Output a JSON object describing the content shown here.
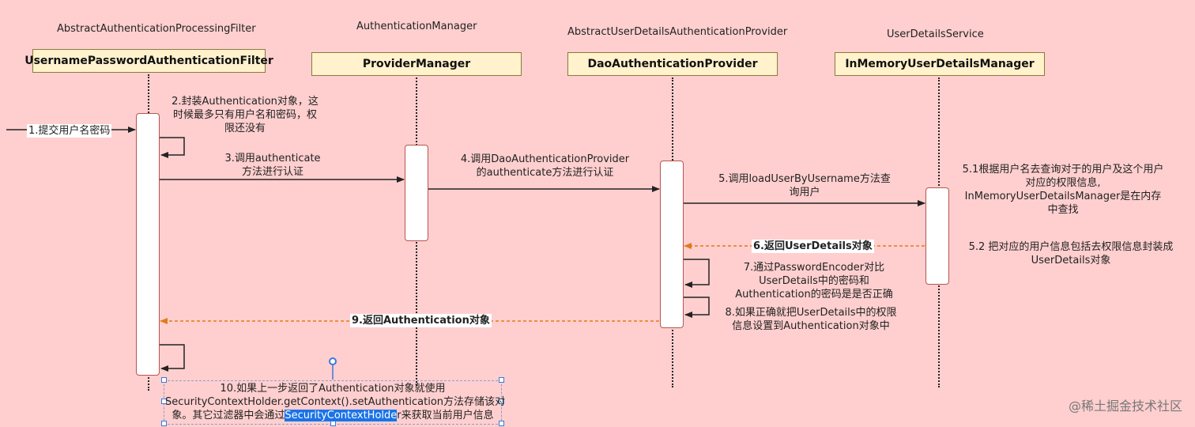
{
  "participants": [
    {
      "stereotype": "AbstractAuthenticationProcessingFilter",
      "name": "UsernamePasswordAuthenticationFilter"
    },
    {
      "stereotype": "AuthenticationManager",
      "name": "ProviderManager"
    },
    {
      "stereotype": "AbstractUserDetailsAuthenticationProvider",
      "name": "DaoAuthenticationProvider"
    },
    {
      "stereotype": "UserDetailsService",
      "name": "InMemoryUserDetailsManager"
    }
  ],
  "steps": {
    "s1": "1.提交用户名密码",
    "s2": [
      "2.封装Authentication对象，这",
      "时候最多只有用户名和密码，权",
      "限还没有"
    ],
    "s3": [
      "3.调用authenticate",
      "方法进行认证"
    ],
    "s4": [
      "4.调用DaoAuthenticationProvider",
      "的authenticate方法进行认证"
    ],
    "s5": [
      "5.调用loadUserByUsername方法查",
      "询用户"
    ],
    "s51": [
      "5.1根据用户名去查询对于的用户及这个用户",
      "对应的权限信息,",
      "InMemoryUserDetailsManager是在内存",
      "中查找"
    ],
    "s52": [
      "5.2 把对应的用户信息包括去权限信息封装成",
      "UserDetails对象"
    ],
    "s6": "6.返回UserDetails对象",
    "s7": [
      "7.通过PasswordEncoder对比",
      "UserDetails中的密码和",
      "Authentication的密码是是否正确"
    ],
    "s8": [
      "8.如果正确就把UserDetails中的权限",
      "信息设置到Authentication对象中"
    ],
    "s9": "9.返回Authentication对象",
    "s10": {
      "line1": "10.如果上一步返回了Authentication对象就使用",
      "line2": "SecurityContextHolder.getContext().setAuthentication方法存储该对",
      "line3_pre": "象。其它过滤器中会通过",
      "line3_sel": "SecurityContextHolde",
      "line3_post": "r来获取当前用户信息"
    }
  },
  "watermark": "@稀土掘金技术社区",
  "colors": {
    "background": "#ffcfcf",
    "participant_fill": "#fff2cc",
    "activation_border": "#b85450",
    "return_arrow": "#e07b1a",
    "call_arrow": "#222222"
  }
}
